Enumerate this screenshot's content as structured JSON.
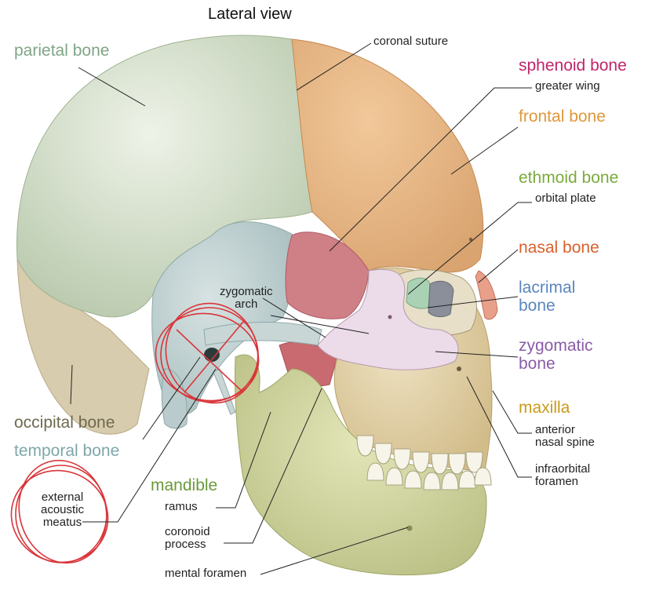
{
  "title": "Lateral view",
  "labels": {
    "parietal_bone": "parietal bone",
    "coronal_suture": "coronal suture",
    "sphenoid_bone": "sphenoid bone",
    "greater_wing": "greater wing",
    "frontal_bone": "frontal bone",
    "ethmoid_bone": "ethmoid bone",
    "orbital_plate": "orbital plate",
    "nasal_bone": "nasal bone",
    "lacrimal_bone": "lacrimal\nbone",
    "zygomatic_bone": "zygomatic\nbone",
    "maxilla": "maxilla",
    "anterior_nasal_spine": "anterior\nnasal spine",
    "infraorbital_foramen": "infraorbital\nforamen",
    "zygomatic_arch": "zygomatic\narch",
    "occipital_bone": "occipital bone",
    "temporal_bone": "temporal bone",
    "external_acoustic_meatus": "external\nacoustic\nmeatus",
    "mandible": "mandible",
    "ramus": "ramus",
    "coronoid_process": "coronoid\nprocess",
    "mental_foramen": "mental foramen"
  },
  "colors": {
    "parietal": "#7fa586",
    "sphenoid": "#c0246a",
    "frontal": "#e0973a",
    "ethmoid": "#7aab3c",
    "nasal": "#d9602c",
    "lacrimal": "#5b86be",
    "zygomatic": "#8a5ca8",
    "maxilla": "#c99a1a",
    "occipital": "#6e6a4e",
    "temporal": "#7fa7a8",
    "mandible": "#6a9a3a",
    "highlight": "#d9353a"
  }
}
